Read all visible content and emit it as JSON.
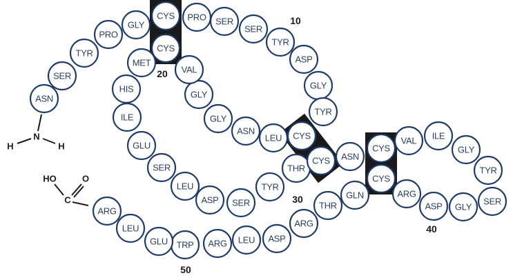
{
  "residues": [
    {
      "id": 1,
      "label": "ASN"
    },
    {
      "id": 2,
      "label": "SER"
    },
    {
      "id": 3,
      "label": "TYR"
    },
    {
      "id": 4,
      "label": "PRO"
    },
    {
      "id": 5,
      "label": "GLY"
    },
    {
      "id": 6,
      "label": "CYS"
    },
    {
      "id": 7,
      "label": "PRO"
    },
    {
      "id": 8,
      "label": "SER"
    },
    {
      "id": 9,
      "label": "SER"
    },
    {
      "id": 10,
      "label": "TYR"
    },
    {
      "id": 11,
      "label": "ASP"
    },
    {
      "id": 12,
      "label": "GLY"
    },
    {
      "id": 13,
      "label": "TYR"
    },
    {
      "id": 14,
      "label": "CYS"
    },
    {
      "id": 15,
      "label": "LEU"
    },
    {
      "id": 16,
      "label": "ASN"
    },
    {
      "id": 17,
      "label": "GLY"
    },
    {
      "id": 18,
      "label": "GLY"
    },
    {
      "id": 19,
      "label": "VAL"
    },
    {
      "id": 20,
      "label": "CYS"
    },
    {
      "id": 21,
      "label": "MET"
    },
    {
      "id": 22,
      "label": "HIS"
    },
    {
      "id": 23,
      "label": "ILE"
    },
    {
      "id": 24,
      "label": "GLU"
    },
    {
      "id": 25,
      "label": "SER"
    },
    {
      "id": 26,
      "label": "LEU"
    },
    {
      "id": 27,
      "label": "ASP"
    },
    {
      "id": 28,
      "label": "SER"
    },
    {
      "id": 29,
      "label": "TYR"
    },
    {
      "id": 30,
      "label": "THR"
    },
    {
      "id": 31,
      "label": "CYS"
    },
    {
      "id": 32,
      "label": "ASN"
    },
    {
      "id": 33,
      "label": "CYS"
    },
    {
      "id": 34,
      "label": "VAL"
    },
    {
      "id": 35,
      "label": "ILE"
    },
    {
      "id": 36,
      "label": "GLY"
    },
    {
      "id": 37,
      "label": "TYR"
    },
    {
      "id": 38,
      "label": "SER"
    },
    {
      "id": 39,
      "label": "GLY"
    },
    {
      "id": 40,
      "label": "ASP"
    },
    {
      "id": 41,
      "label": "ARG"
    },
    {
      "id": 42,
      "label": "CYS"
    },
    {
      "id": 43,
      "label": "GLN"
    },
    {
      "id": 44,
      "label": "THR"
    },
    {
      "id": 45,
      "label": "ARG"
    },
    {
      "id": 46,
      "label": "ASP"
    },
    {
      "id": 47,
      "label": "LEU"
    },
    {
      "id": 48,
      "label": "ARG"
    },
    {
      "id": 49,
      "label": "TRP"
    },
    {
      "id": 50,
      "label": "GLU"
    },
    {
      "id": 51,
      "label": "LEU"
    },
    {
      "id": 52,
      "label": "ARG"
    }
  ],
  "disulfide_bonds": [
    [
      6,
      20
    ],
    [
      14,
      31
    ],
    [
      33,
      42
    ]
  ],
  "position_markers": [
    "10",
    "20",
    "30",
    "40",
    "50"
  ],
  "n_terminus": {
    "center": "N",
    "left": "H",
    "right": "H"
  },
  "c_terminus": {
    "hydroxyl": "HO",
    "carbon": "C",
    "oxygen": "O"
  }
}
